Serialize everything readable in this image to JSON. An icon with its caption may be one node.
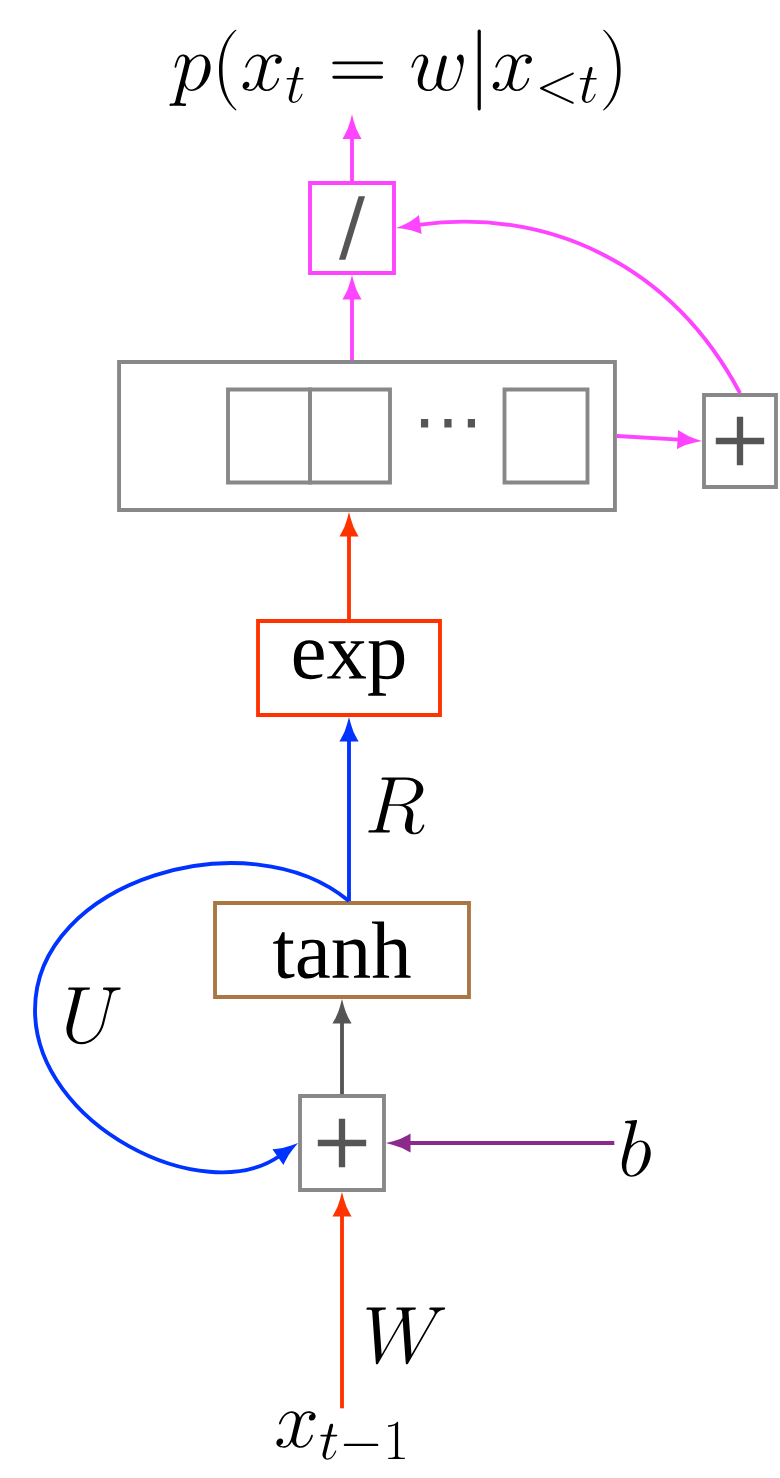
{
  "diagram": {
    "nodes": [
      {
        "text": [
          "p(x_t = w|x_{<t})"
        ]
      },
      {
        "text": [
          "/"
        ]
      },
      {
        "text": [],
        "shape": "box"
      },
      {
        "text": [],
        "shape": "box",
        "in": 2
      },
      {
        "text": [],
        "shape": "box",
        "in": 2
      },
      {
        "text": [],
        "shape": "box",
        "in": 2
      },
      {
        "text": [
          "+"
        ]
      },
      {
        "text": [
          "exp"
        ]
      },
      {
        "text": [
          "tanh"
        ]
      },
      {
        "text": [
          "+"
        ]
      },
      {
        "text": [
          "b"
        ]
      },
      {
        "text": [
          "x_{t-1}"
        ]
      }
    ],
    "edges": [
      {
        "from": 1,
        "to": 0,
        "arrow": "to",
        "color": "#ff44ff"
      },
      {
        "from": 2,
        "to": 1,
        "arrow": "to",
        "color": "#ff44ff"
      },
      {
        "from": 2,
        "to": 6,
        "arrow": "to",
        "color": "#ff44ff"
      },
      {
        "from": 6,
        "to": 1,
        "arrow": "to",
        "color": "#ff44ff"
      },
      {
        "from": 7,
        "to": 2,
        "arrow": "to",
        "color": "#ff3300"
      },
      {
        "from": 8,
        "to": 7,
        "arrow": "to",
        "label": "R",
        "color": "#0033ff"
      },
      {
        "from": 8,
        "to": 9,
        "arrow": "to",
        "label": "U",
        "color": "#0033ff"
      },
      {
        "from": 9,
        "to": 8,
        "arrow": "to",
        "color": "#555555"
      },
      {
        "from": 10,
        "to": 9,
        "arrow": "to",
        "color": "#8b2a8b"
      },
      {
        "from": 11,
        "to": 9,
        "arrow": "to",
        "label": "W",
        "color": "#ff3300"
      }
    ],
    "labels": [
      "⋯"
    ]
  }
}
